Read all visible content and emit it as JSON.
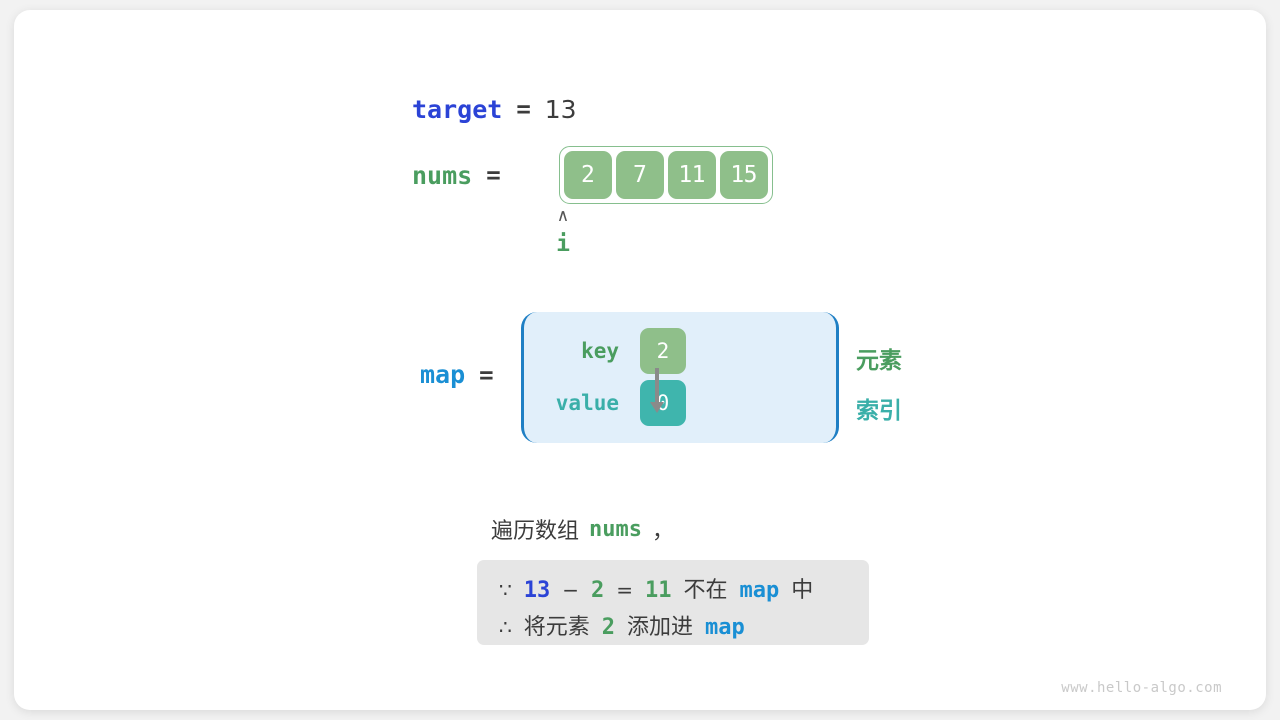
{
  "variables": {
    "target": {
      "name": "target",
      "eq": "=",
      "value": "13"
    },
    "nums": {
      "name": "nums",
      "eq": "=",
      "values": [
        "2",
        "7",
        "11",
        "15"
      ]
    },
    "map": {
      "name": "map",
      "eq": "="
    }
  },
  "pointer": {
    "caret": "∧",
    "label": "i"
  },
  "map_table": {
    "key_label": "key",
    "value_label": "value",
    "key_value": "2",
    "value_value": "0",
    "note_element": "元素",
    "note_index": "索引"
  },
  "caption": {
    "prefix": "遍历数组",
    "code": "nums",
    "suffix": "，"
  },
  "formula": {
    "line1": {
      "sym": "∵",
      "a": "13",
      "minus": "−",
      "b": "2",
      "eq": "=",
      "c": "11",
      "text": "不在",
      "map": "map",
      "tail": "中"
    },
    "line2": {
      "sym": "∴",
      "text1": "将元素",
      "n": "2",
      "text2": "添加进",
      "map": "map"
    }
  },
  "watermark": "www.hello-algo.com",
  "colors": {
    "target_blue": "#2b43d6",
    "code_green": "#4a9d5f",
    "map_blue": "#1a8fd4",
    "cell_green": "#8fbf8a",
    "cell_teal": "#3fb5ad",
    "map_panel_bg": "#e1effa",
    "map_panel_border": "#1f7fc4",
    "formula_bg": "#e6e6e6"
  }
}
